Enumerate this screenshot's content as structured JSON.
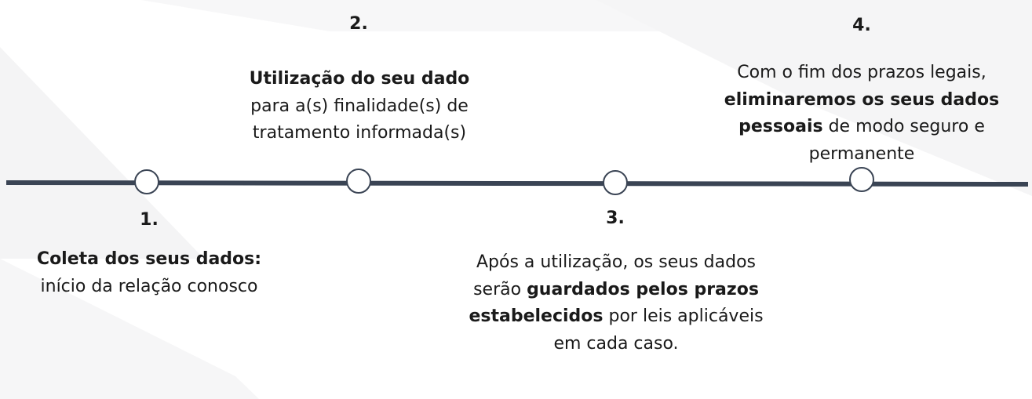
{
  "steps": [
    {
      "number": "1.",
      "title": "Coleta dos seus dados:",
      "text": "início da relação conosco"
    },
    {
      "number": "2.",
      "title": "Utilização do seu dado",
      "text": "para a(s)  finalidade(s) de tratamento informada(s)"
    },
    {
      "number": "3.",
      "text_before": "Após a utilização, os seus dados serão",
      "bold": "guardados pelos prazos estabelecidos",
      "text_after": "por leis aplicáveis em cada caso."
    },
    {
      "number": "4.",
      "text_before": "Com o fim dos prazos legais,",
      "bold": "eliminaremos os seus dados pessoais",
      "text_after": "de modo seguro e permanente"
    }
  ],
  "colors": {
    "line": "#3a4454",
    "background_shape": "#f3f3f4"
  }
}
